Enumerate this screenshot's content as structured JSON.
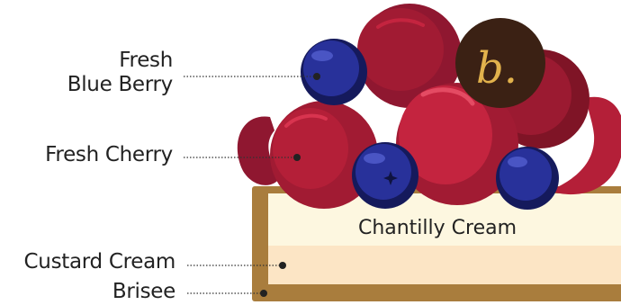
{
  "labels": {
    "blueberry": [
      "Fresh",
      "Blue Berry"
    ],
    "cherry": "Fresh Cherry",
    "chantilly": "Chantilly Cream",
    "custard": "Custard Cream",
    "brisee": "Brisee"
  },
  "logo_text": "b.",
  "colors": {
    "crust": "#a97d3d",
    "chantilly": "#fdf7e0",
    "custard": "#fce5c5",
    "cherry": "#b41f38",
    "cherry_dark": "#7f1426",
    "blueberry": "#28319a",
    "blueberry_dark": "#151a5c",
    "chocolate": "#3b2114",
    "gold": "#e2b24c",
    "leader": "#333333"
  }
}
